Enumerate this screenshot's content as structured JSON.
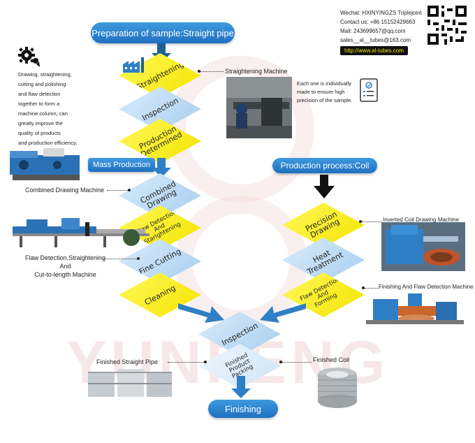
{
  "watermark": "YUNFENG",
  "contact": {
    "wechat": "Wechat:  HXINYINGZS Triplejoint",
    "contact_us": "Contact us:  +86 15152429663",
    "mail": "Mail:  243699657@qq.com",
    "sales": "sales__al__tubes@163.com",
    "website": "http://www.al-tubes.com"
  },
  "intro_text": "Drawing, straightening,\ncutting and polishing\nand flaw detection\ntogether to form a\nmachine column, can\ngreatly improve the\nquality of products\nand production efficiency.",
  "sample_note": "Each one is individually\nmade to ensure high\nprecision of the sample.",
  "headers": {
    "sample": "Preparation of sample:Straight pipe",
    "mass": "Mass Production",
    "coil": "Production process:Coil",
    "finishing": "Finishing"
  },
  "steps": {
    "straightening": "Straightening",
    "inspection_top": "Inspection",
    "production_determined": "Production\nDetermined",
    "combined_drawing": "Combined\nDrawing",
    "flaw_straightening": "Flaw Detection\nAnd\nStarightening",
    "fine_cutting": "Fine Cutting",
    "cleaning": "Cleaning",
    "precision_drawing": "Precision\nDrawing",
    "heat_treatment": "Heat\nTreatment",
    "flaw_forming": "Flaw Detection\nAnd\nForming",
    "inspection_bottom": "Inspection",
    "finished_packing": "Finished\nProduct\nPacking"
  },
  "machines": {
    "straightening_machine": "Straightening Machine",
    "combined_drawing_machine": "Combined Drawing Machine",
    "flaw_cut_machine": "Flaw Detection,Straightening\nAnd\nCut-to-length Machine",
    "inverted_coil": "Inverted Coil Drawing Machine",
    "finishing_flaw": "Finishing And Flaw Detection Machine",
    "finished_straight_pipe": "Finished Straight Pipe",
    "finished_coil": "Finished Coil"
  },
  "colors": {
    "pill_blue": "#2f84d2",
    "arrow_blue": "#2f7fc7",
    "diamond_yellow": "#f7ec12",
    "diamond_blue": "#b9daf4",
    "website_bg": "#111111",
    "website_text": "#f3e600"
  }
}
